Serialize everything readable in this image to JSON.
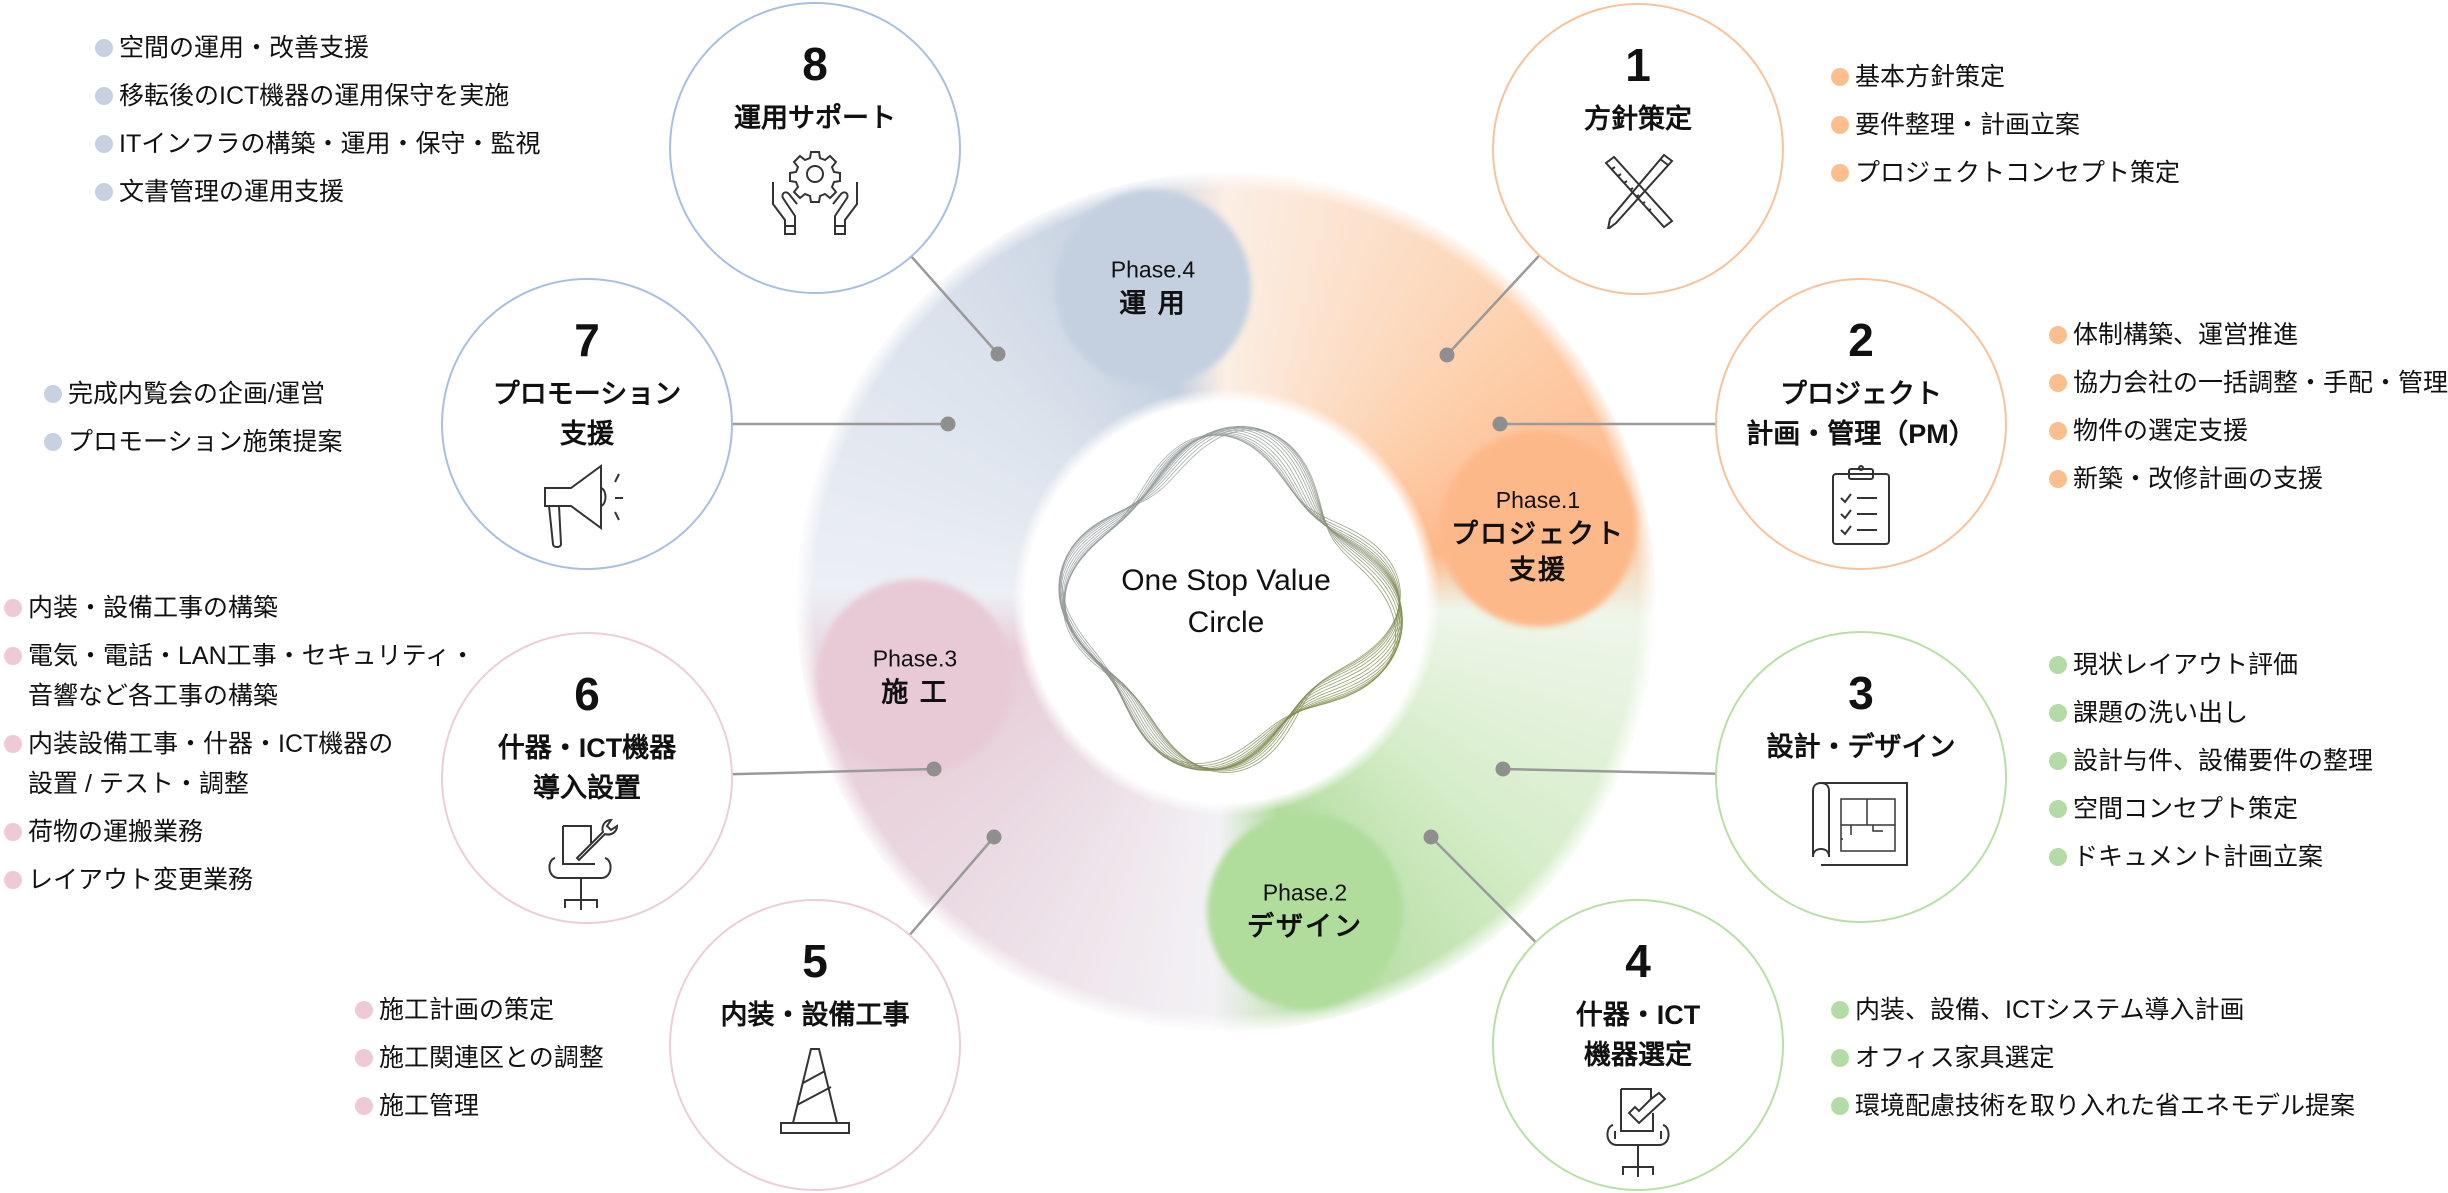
{
  "colors": {
    "blue": "#a9bfe0",
    "orange": "#f9c29a",
    "green": "#b9dfa6",
    "pink": "#eccdd9",
    "bullet_blue": "#c6d2e0",
    "bullet_orange": "#fbbf8f",
    "bullet_green": "#b3dba5",
    "bullet_pink": "#efc9d6",
    "connector": "#9a9a9a"
  },
  "center": {
    "line1": "One Stop Value",
    "line2": "Circle"
  },
  "phases": [
    {
      "id": "p1",
      "number": "Phase.1",
      "title": "プロジェクト\n支援",
      "color": "#fdb88a"
    },
    {
      "id": "p2",
      "number": "Phase.2",
      "title": "デザイン",
      "color": "#b0dc9c"
    },
    {
      "id": "p3",
      "number": "Phase.3",
      "title": "施 工",
      "color": "#e8cad6"
    },
    {
      "id": "p4",
      "number": "Phase.4",
      "title": "運 用",
      "color": "#c4d0e0"
    }
  ],
  "steps": [
    {
      "number": "1",
      "title": "方針策定",
      "theme": "orange",
      "icon": "pencil-ruler-icon",
      "items": [
        "基本方針策定",
        "要件整理・計画立案",
        "プロジェクトコンセプト策定"
      ]
    },
    {
      "number": "2",
      "title": "プロジェクト\n計画・管理（PM）",
      "theme": "orange",
      "icon": "clipboard-checklist-icon",
      "items": [
        "体制構築、運営推進",
        "協力会社の一括調整・手配・管理",
        "物件の選定支援",
        "新築・改修計画の支援"
      ]
    },
    {
      "number": "3",
      "title": "設計・デザイン",
      "theme": "green",
      "icon": "floor-plan-icon",
      "items": [
        "現状レイアウト評価",
        "課題の洗い出し",
        "設計与件、設備要件の整理",
        "空間コンセプト策定",
        "ドキュメント計画立案"
      ]
    },
    {
      "number": "4",
      "title": "什器・ICT\n機器選定",
      "theme": "green",
      "icon": "chair-check-icon",
      "items": [
        "内装、設備、ICTシステム導入計画",
        "オフィス家具選定",
        "環境配慮技術を取り入れた省エネモデル提案"
      ]
    },
    {
      "number": "5",
      "title": "内装・設備工事",
      "theme": "pink",
      "icon": "traffic-cone-icon",
      "items": [
        "施工計画の策定",
        "施工関連区との調整",
        "施工管理"
      ]
    },
    {
      "number": "6",
      "title": "什器・ICT機器\n導入設置",
      "theme": "pink",
      "icon": "chair-wrench-icon",
      "items": [
        "内装・設備工事の構築",
        "電気・電話・LAN工事・セキュリティ・\n音響など各工事の構築",
        "内装設備工事・什器・ICT機器の\n設置 / テスト・調整",
        "荷物の運搬業務",
        "レイアウト変更業務"
      ]
    },
    {
      "number": "7",
      "title": "プロモーション\n支援",
      "theme": "blue",
      "icon": "megaphone-icon",
      "items": [
        "完成内覧会の企画/運営",
        "プロモーション施策提案"
      ]
    },
    {
      "number": "8",
      "title": "運用サポート",
      "theme": "blue",
      "icon": "gear-hands-icon",
      "items": [
        "空間の運用・改善支援",
        "移転後のICT機器の運用保守を実施",
        "ITインフラの構築・運用・保守・監視",
        "文書管理の運用支援"
      ]
    }
  ]
}
